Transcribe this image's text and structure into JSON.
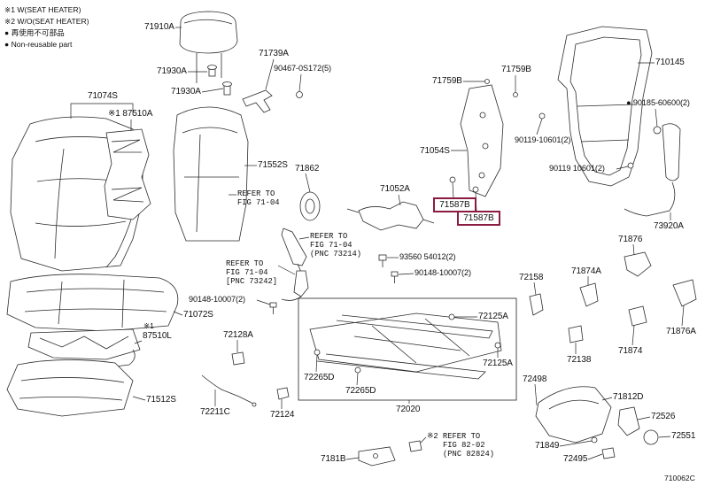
{
  "figure_code": "710062C",
  "legend": {
    "note1": "※1 W(SEAT HEATER)",
    "note2": "※2 W/O(SEAT HEATER)",
    "bullet": "●",
    "nonreusable_jp": "再使用不可部品",
    "nonreusable_en": "Non-reusable part"
  },
  "marks": {
    "note1": "※1"
  },
  "parts": [
    "71910A",
    "71930A",
    "71930A",
    "71739A",
    "90467-0S172(5)",
    "71074S",
    "71552S",
    "71862",
    "71759B",
    "71759B",
    "71054S",
    "71587B",
    "71587B",
    "71052A",
    "710145",
    "● 90185-60600(2)",
    "90119-10601(2)",
    "90119 10601(2)",
    "73920A",
    "93560 54012(2)",
    "90148-10007(2)",
    "90148-10007(2)",
    "71072S",
    "87510L",
    "72128A",
    "72125A",
    "72125A",
    "72265D",
    "72265D",
    "72020",
    "72158",
    "71876",
    "71874A",
    "71876A",
    "72138",
    "71874",
    "72498",
    "71812D",
    "72526",
    "72551",
    "71849",
    "72495",
    "71512S",
    "72211C",
    "72124",
    "7181B",
    "※1 87510A"
  ],
  "refs": [
    {
      "lines": [
        "REFER TO",
        "FIG 71-04"
      ]
    },
    {
      "lines": [
        "REFER TO",
        "FIG 71-04",
        "(PNC 73214)"
      ]
    },
    {
      "lines": [
        "REFER TO",
        "FIG 71-04",
        "[PNC 73242]"
      ]
    },
    {
      "lines": [
        "※2 REFER TO",
        "FIG 82-02",
        "(PNC 82824)"
      ]
    }
  ],
  "colors": {
    "background": "#ffffff",
    "line": "#2b2b2b",
    "text": "#111111",
    "highlight": "#8b1c3f"
  }
}
